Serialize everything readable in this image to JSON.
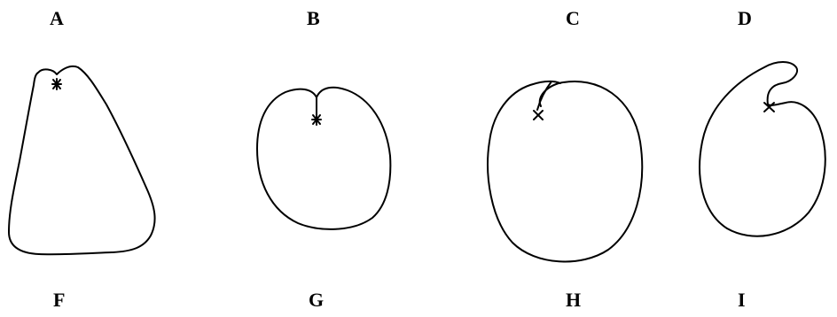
{
  "labels": {
    "top": [
      "A",
      "B",
      "C",
      "D"
    ],
    "bottom": [
      "F",
      "G",
      "H",
      "I"
    ]
  },
  "figures": [
    {
      "id": "A",
      "shape": "triangular-closed-curve",
      "marker": "asterisk"
    },
    {
      "id": "B",
      "shape": "heart-like-closed-curve",
      "marker": "asterisk"
    },
    {
      "id": "C",
      "shape": "round-closed-curve-with-notch",
      "marker": "x"
    },
    {
      "id": "D",
      "shape": "round-closed-curve-with-hook",
      "marker": "x"
    }
  ]
}
